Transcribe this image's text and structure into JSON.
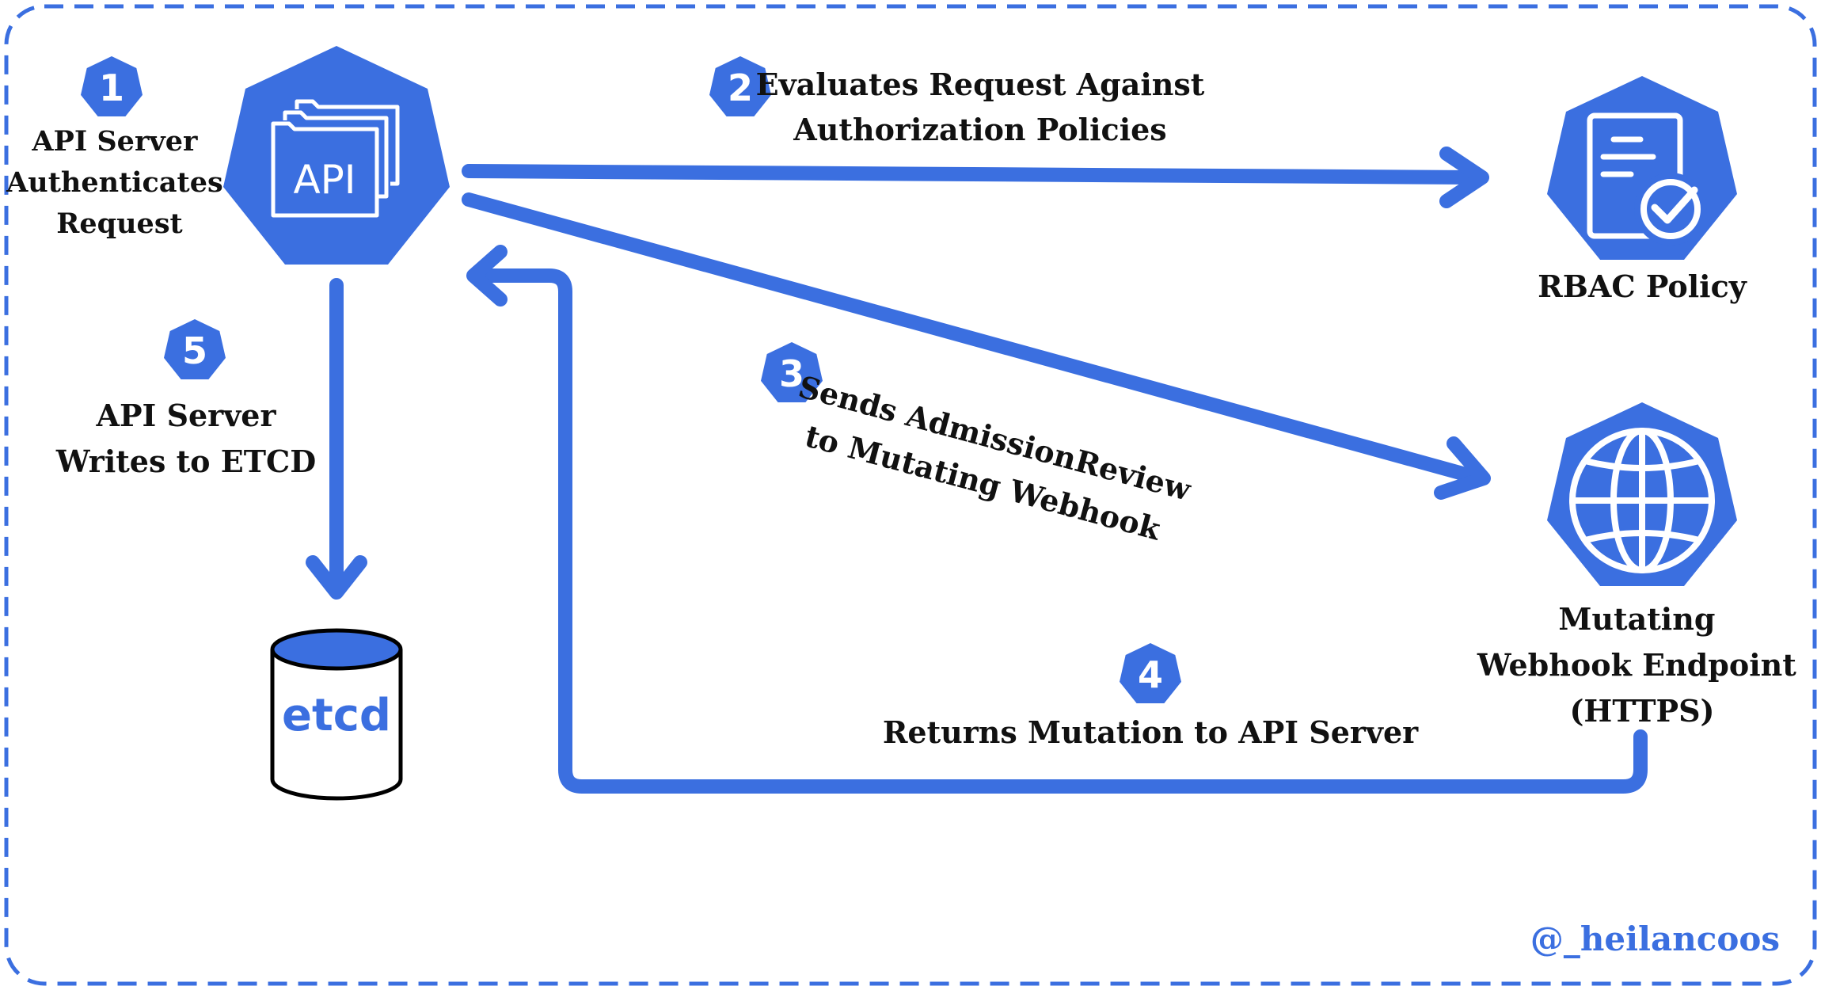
{
  "colors": {
    "accent": "#3B6FE0",
    "text": "#111111",
    "background": "#FFFFFF",
    "border": "#3B6FE0"
  },
  "nodes": {
    "api_server": {
      "icon": "api-server-icon",
      "text": "API"
    },
    "rbac": {
      "icon": "document-check-icon",
      "label": "RBAC Policy"
    },
    "webhook": {
      "icon": "globe-icon",
      "label_lines": [
        "Mutating",
        "Webhook Endpoint",
        "(HTTPS)"
      ]
    },
    "etcd": {
      "icon": "database-icon",
      "text": "etcd"
    }
  },
  "steps": [
    {
      "number": "1",
      "lines": [
        "API Server",
        "Authenticates",
        "Request"
      ]
    },
    {
      "number": "2",
      "lines": [
        "Evaluates Request Against",
        "Authorization Policies"
      ]
    },
    {
      "number": "3",
      "lines": [
        "Sends AdmissionReview",
        "to Mutating Webhook"
      ]
    },
    {
      "number": "4",
      "lines": [
        "Returns Mutation to API Server"
      ]
    },
    {
      "number": "5",
      "lines": [
        "API Server",
        "Writes to ETCD"
      ]
    }
  ],
  "watermark": "@_heilancoos"
}
